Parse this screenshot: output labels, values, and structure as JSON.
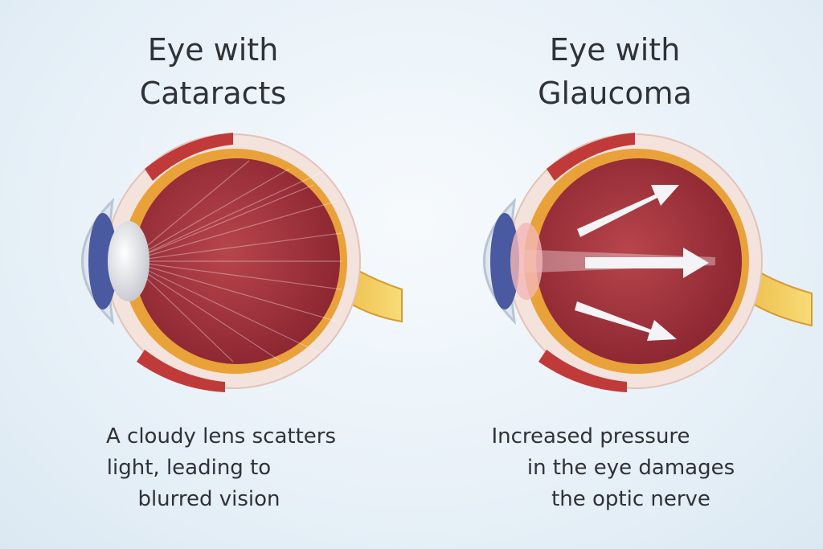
{
  "left_panel": {
    "title_line1": "Eye with",
    "title_line2": "Cataracts",
    "caption_lines": [
      "A cloudy lens scatters",
      "light, leading to",
      "blurred vision"
    ]
  },
  "right_panel": {
    "title_line1": "Eye with",
    "title_line2": "Glaucoma",
    "caption_lines": [
      "Increased pressure",
      "in the eye damages",
      "the optic nerve"
    ]
  },
  "colors": {
    "background": "#e8f1f8",
    "eye_interior": "#a8343c",
    "sclera_rim": "#e9a23a",
    "optic_nerve": "#f0c84e",
    "iris": "#4a5aa0"
  }
}
